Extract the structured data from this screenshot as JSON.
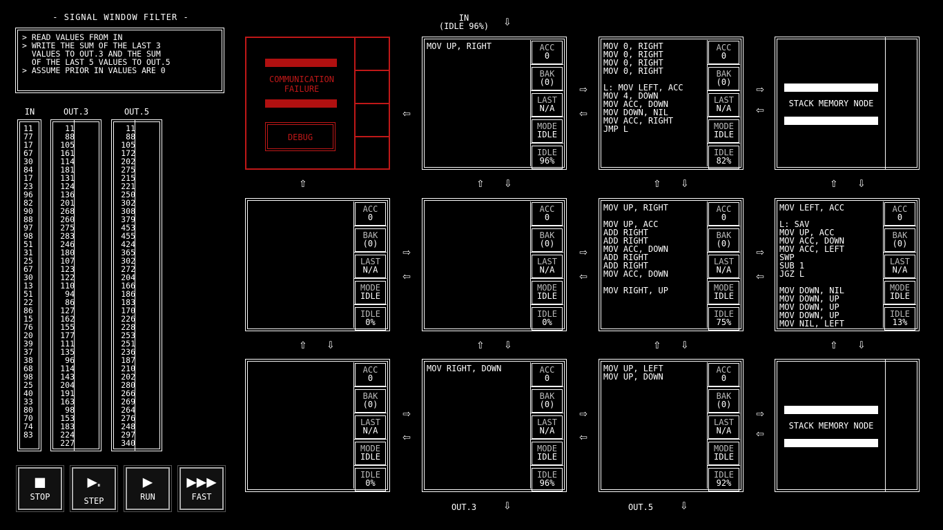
{
  "puzzle": {
    "title": "- SIGNAL WINDOW FILTER -",
    "description": [
      "> READ VALUES FROM IN",
      "> WRITE THE SUM OF THE LAST 3",
      "  VALUES TO OUT.3 AND THE SUM",
      "  OF THE LAST 5 VALUES TO OUT.5",
      "> ASSUME PRIOR IN VALUES ARE 0"
    ]
  },
  "columns": {
    "in_label": "IN",
    "out3_label": "OUT.3",
    "out5_label": "OUT.5",
    "in_values": [
      "11",
      "77",
      "17",
      "67",
      "30",
      "84",
      "17",
      "23",
      "96",
      "82",
      "90",
      "88",
      "97",
      "98",
      "51",
      "31",
      "25",
      "67",
      "30",
      "13",
      "51",
      "22",
      "86",
      "15",
      "76",
      "20",
      "39",
      "37",
      "38",
      "68",
      "98",
      "25",
      "40",
      "33",
      "80",
      "70",
      "74",
      "83"
    ],
    "out3_values": [
      "11",
      "88",
      "105",
      "161",
      "114",
      "181",
      "131",
      "124",
      "136",
      "201",
      "268",
      "260",
      "275",
      "283",
      "246",
      "180",
      "107",
      "123",
      "122",
      "110",
      "94",
      "86",
      "127",
      "162",
      "155",
      "177",
      "111",
      "135",
      "96",
      "114",
      "143",
      "204",
      "191",
      "163",
      "98",
      "153",
      "183",
      "224",
      "227"
    ],
    "out5_values": [
      "11",
      "88",
      "105",
      "172",
      "202",
      "275",
      "215",
      "221",
      "250",
      "302",
      "308",
      "379",
      "453",
      "455",
      "424",
      "365",
      "302",
      "272",
      "204",
      "166",
      "186",
      "183",
      "170",
      "226",
      "228",
      "253",
      "251",
      "236",
      "187",
      "210",
      "202",
      "280",
      "266",
      "269",
      "264",
      "276",
      "248",
      "297",
      "340"
    ]
  },
  "io": {
    "in_label": "IN",
    "in_status": "(IDLE 96%)",
    "out3_label": "OUT.3",
    "out5_label": "OUT.5"
  },
  "registers": {
    "acc": "ACC",
    "bak": "BAK",
    "last": "LAST",
    "mode": "MODE",
    "idle": "IDLE"
  },
  "broken_node": {
    "text_line1": "COMMUNICATION",
    "text_line2": "FAILURE",
    "debug_label": "DEBUG"
  },
  "stack_node": {
    "label": "STACK MEMORY NODE"
  },
  "nodes": [
    {
      "code": "MOV UP, RIGHT",
      "acc": "0",
      "bak": "(0)",
      "last": "N/A",
      "mode": "IDLE",
      "idle": "96%"
    },
    {
      "code": "MOV 0, RIGHT\nMOV 0, RIGHT\nMOV 0, RIGHT\nMOV 0, RIGHT\n\nL: MOV LEFT, ACC\nMOV 4, DOWN\nMOV ACC, DOWN\nMOV DOWN, NIL\nMOV ACC, RIGHT\nJMP L",
      "acc": "0",
      "bak": "(0)",
      "last": "N/A",
      "mode": "IDLE",
      "idle": "82%"
    },
    {
      "code": "",
      "acc": "0",
      "bak": "(0)",
      "last": "N/A",
      "mode": "IDLE",
      "idle": "0%"
    },
    {
      "code": "",
      "acc": "0",
      "bak": "(0)",
      "last": "N/A",
      "mode": "IDLE",
      "idle": "0%"
    },
    {
      "code": "MOV UP, RIGHT\n\nMOV UP, ACC\nADD RIGHT\nADD RIGHT\nMOV ACC, DOWN\nADD RIGHT\nADD RIGHT\nMOV ACC, DOWN\n\nMOV RIGHT, UP",
      "acc": "0",
      "bak": "(0)",
      "last": "N/A",
      "mode": "IDLE",
      "idle": "75%"
    },
    {
      "code": "MOV LEFT, ACC\n\nL: SAV\nMOV UP, ACC\nMOV ACC, DOWN\nMOV ACC, LEFT\nSWP\nSUB 1\nJGZ L\n\nMOV DOWN, NIL\nMOV DOWN, UP\nMOV DOWN, UP\nMOV DOWN, UP\nMOV NIL, LEFT",
      "acc": "0",
      "bak": "(0)",
      "last": "N/A",
      "mode": "IDLE",
      "idle": "13%"
    },
    {
      "code": "",
      "acc": "0",
      "bak": "(0)",
      "last": "N/A",
      "mode": "IDLE",
      "idle": "0%"
    },
    {
      "code": "MOV RIGHT, DOWN",
      "acc": "0",
      "bak": "(0)",
      "last": "N/A",
      "mode": "IDLE",
      "idle": "96%"
    },
    {
      "code": "MOV UP, LEFT\nMOV UP, DOWN",
      "acc": "0",
      "bak": "(0)",
      "last": "N/A",
      "mode": "IDLE",
      "idle": "92%"
    }
  ],
  "controls": {
    "stop": "STOP",
    "step": "STEP",
    "run": "RUN",
    "fast": "FAST"
  },
  "icons": {
    "stop": "stop-icon",
    "step": "step-icon",
    "run": "play-icon",
    "fast": "fast-forward-icon"
  },
  "colors": {
    "error": "#c01818",
    "foreground": "#ffffff",
    "background": "#000000"
  }
}
